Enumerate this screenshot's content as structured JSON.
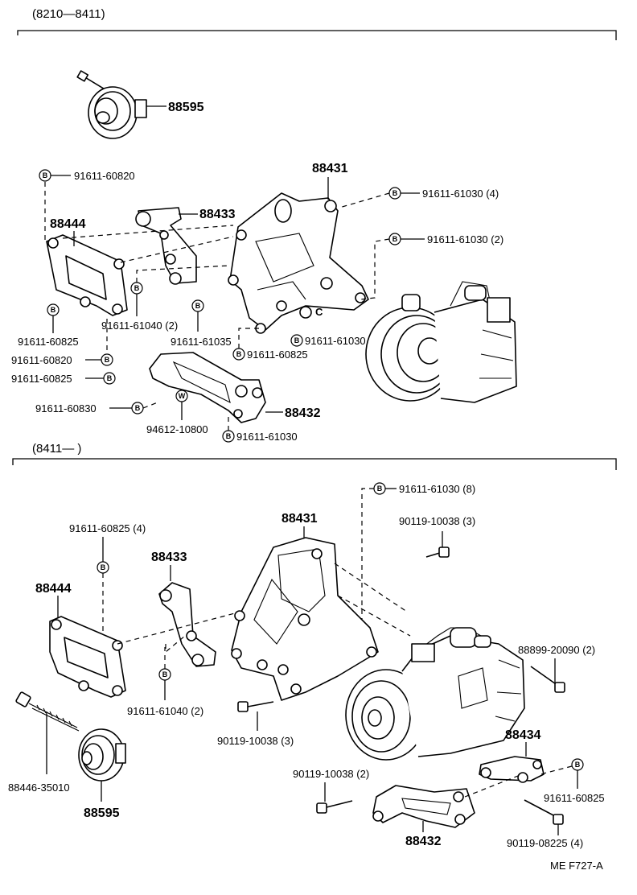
{
  "sections": [
    {
      "range": "(8210—8411)"
    },
    {
      "range": "(8411—        )"
    }
  ],
  "top": {
    "p88595": "88595",
    "p88431": "88431",
    "p88433": "88433",
    "p88444": "88444",
    "p88432": "88432",
    "b_60820_top": "91611-60820",
    "b_61030_4": "91611-61030 (4)",
    "b_61030_2": "91611-61030 (2)",
    "b_60825_left": "91611-60825",
    "b_61040_2": "91611-61040 (2)",
    "b_60820_low": "91611-60820",
    "b_60825_low": "91611-60825",
    "b_61035": "91611-61035",
    "b_60825_mid": "91611-60825",
    "b_61030_c": "91611-61030",
    "b_60830": "91611-60830",
    "w_94612": "94612-10800",
    "b_61030_bot": "91611-61030"
  },
  "bottom": {
    "b_61030_8": "91611-61030 (8)",
    "p88431": "88431",
    "b_90119_3a": "90119-10038 (3)",
    "b_60825_4": "91611-60825 (4)",
    "p88433": "88433",
    "p88444": "88444",
    "p88899": "88899-20090 (2)",
    "b_61040_2": "91611-61040 (2)",
    "b_90119_3b": "90119-10038 (3)",
    "p88434": "88434",
    "b_90119_2": "90119-10038 (2)",
    "b_60825": "91611-60825",
    "p88446": "88446-35010",
    "p88595": "88595",
    "p88432": "88432",
    "b_90119_4": "90119-08225 (4)"
  },
  "symbols": {
    "bolt": "B",
    "washer": "W",
    "clip": "C"
  },
  "footer": {
    "code": "ME  F727-A"
  }
}
